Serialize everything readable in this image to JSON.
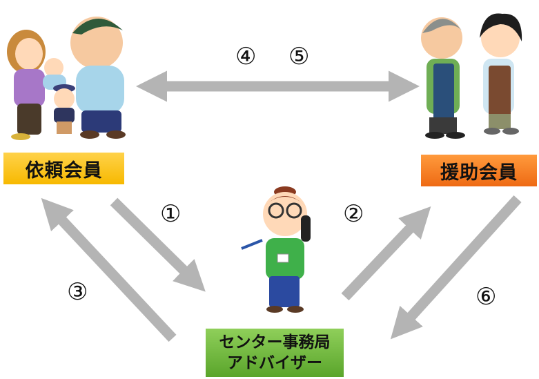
{
  "labels": {
    "requester": "依頼会員",
    "helper": "援助会員",
    "center_line1": "センター事務局",
    "center_line2": "アドバイザー"
  },
  "steps": [
    "①",
    "②",
    "③",
    "④",
    "⑤",
    "⑥"
  ],
  "colors": {
    "arrow": "#b4b4b4",
    "requester_box": "#f7b900",
    "helper_box": "#ee6a14",
    "center_box": "#5aa52b"
  }
}
